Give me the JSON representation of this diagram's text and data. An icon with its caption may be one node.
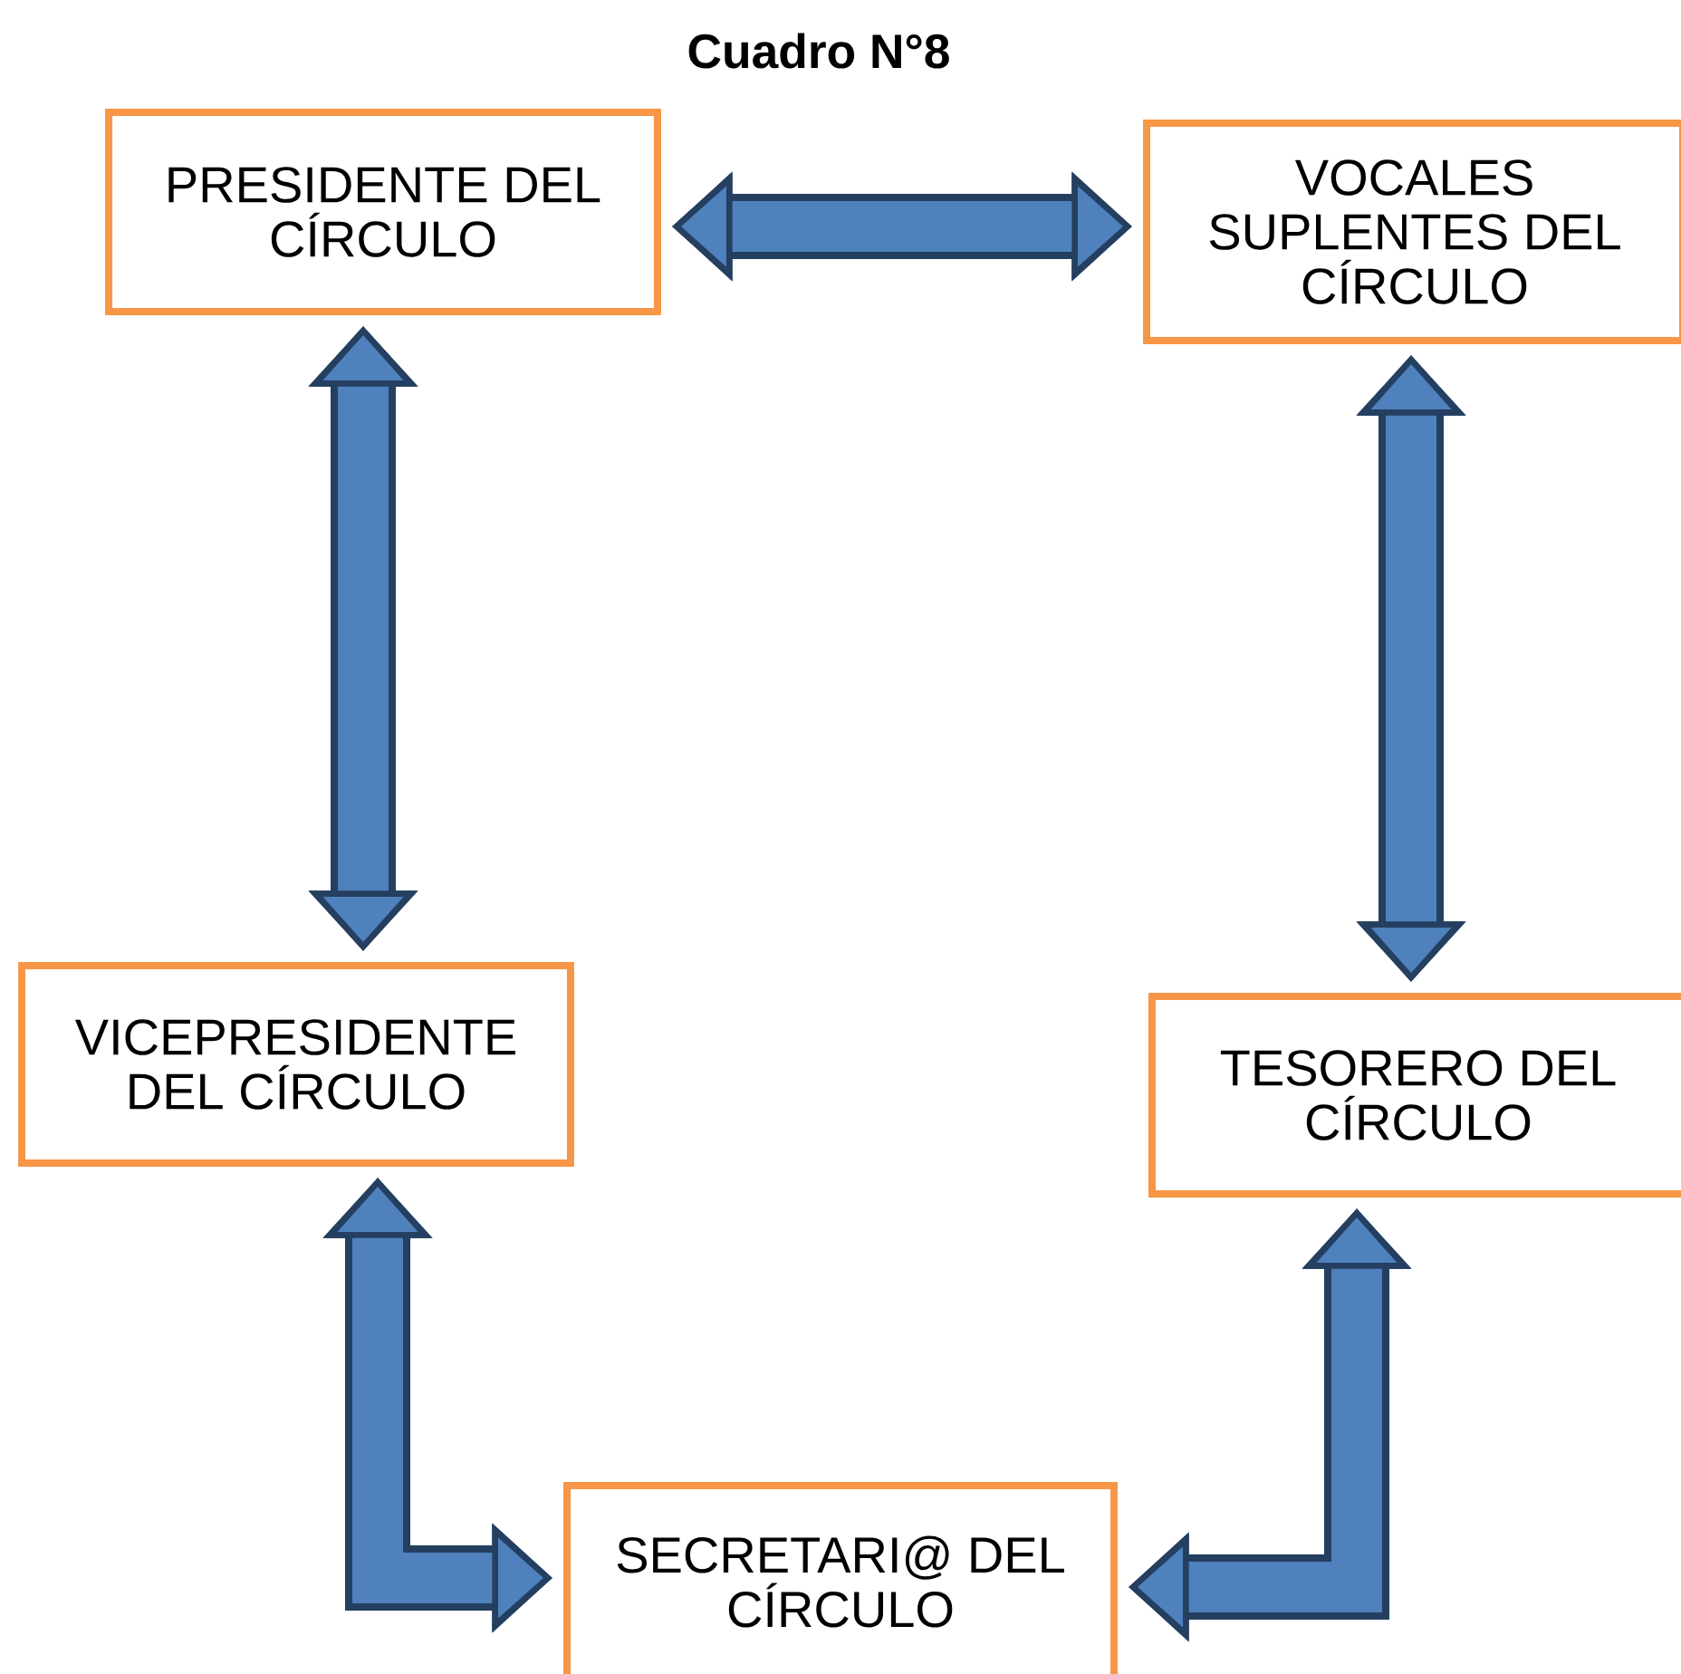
{
  "diagram": {
    "title": "Cuadro N°8",
    "nodes": [
      {
        "text": [
          "PRESIDENTE DEL CÍRCULO"
        ]
      },
      {
        "text": [
          "VOCALES SUPLENTES DEL CÍRCULO"
        ]
      },
      {
        "text": [
          "VICEPRESIDENTE DEL CÍRCULO"
        ]
      },
      {
        "text": [
          "TESORERO DEL CÍRCULO"
        ]
      },
      {
        "text": [
          "SECRETARI@ DEL CÍRCULO"
        ]
      }
    ],
    "edges": [
      {
        "from": 0,
        "to": 1,
        "arrow": "both"
      },
      {
        "from": 0,
        "to": 2,
        "arrow": "both"
      },
      {
        "from": 1,
        "to": 3,
        "arrow": "both"
      },
      {
        "from": 2,
        "to": 4,
        "arrow": "both"
      },
      {
        "from": 3,
        "to": 4,
        "arrow": "both"
      }
    ]
  }
}
